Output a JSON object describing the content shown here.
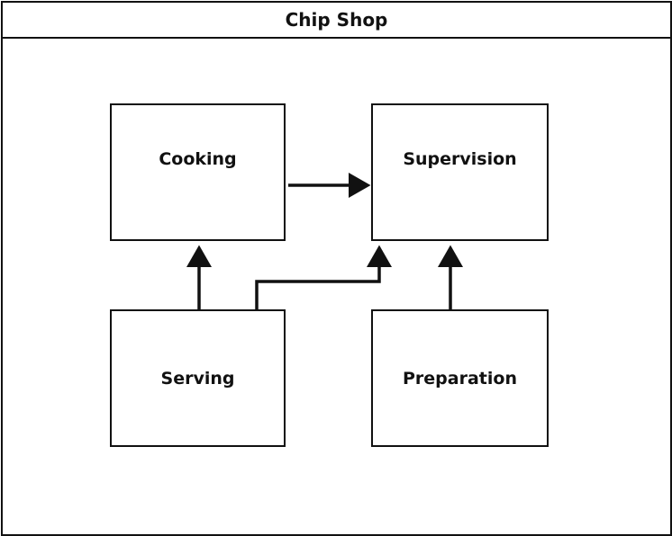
{
  "frame": {
    "title": "Chip Shop"
  },
  "nodes": {
    "cooking": "Cooking",
    "supervision": "Supervision",
    "serving": "Serving",
    "preparation": "Preparation"
  },
  "edges": [
    {
      "from": "Cooking",
      "to": "Supervision"
    },
    {
      "from": "Serving",
      "to": "Cooking"
    },
    {
      "from": "Serving",
      "to": "Supervision"
    },
    {
      "from": "Preparation",
      "to": "Supervision"
    }
  ],
  "colors": {
    "stroke": "#111111",
    "background": "#ffffff"
  }
}
